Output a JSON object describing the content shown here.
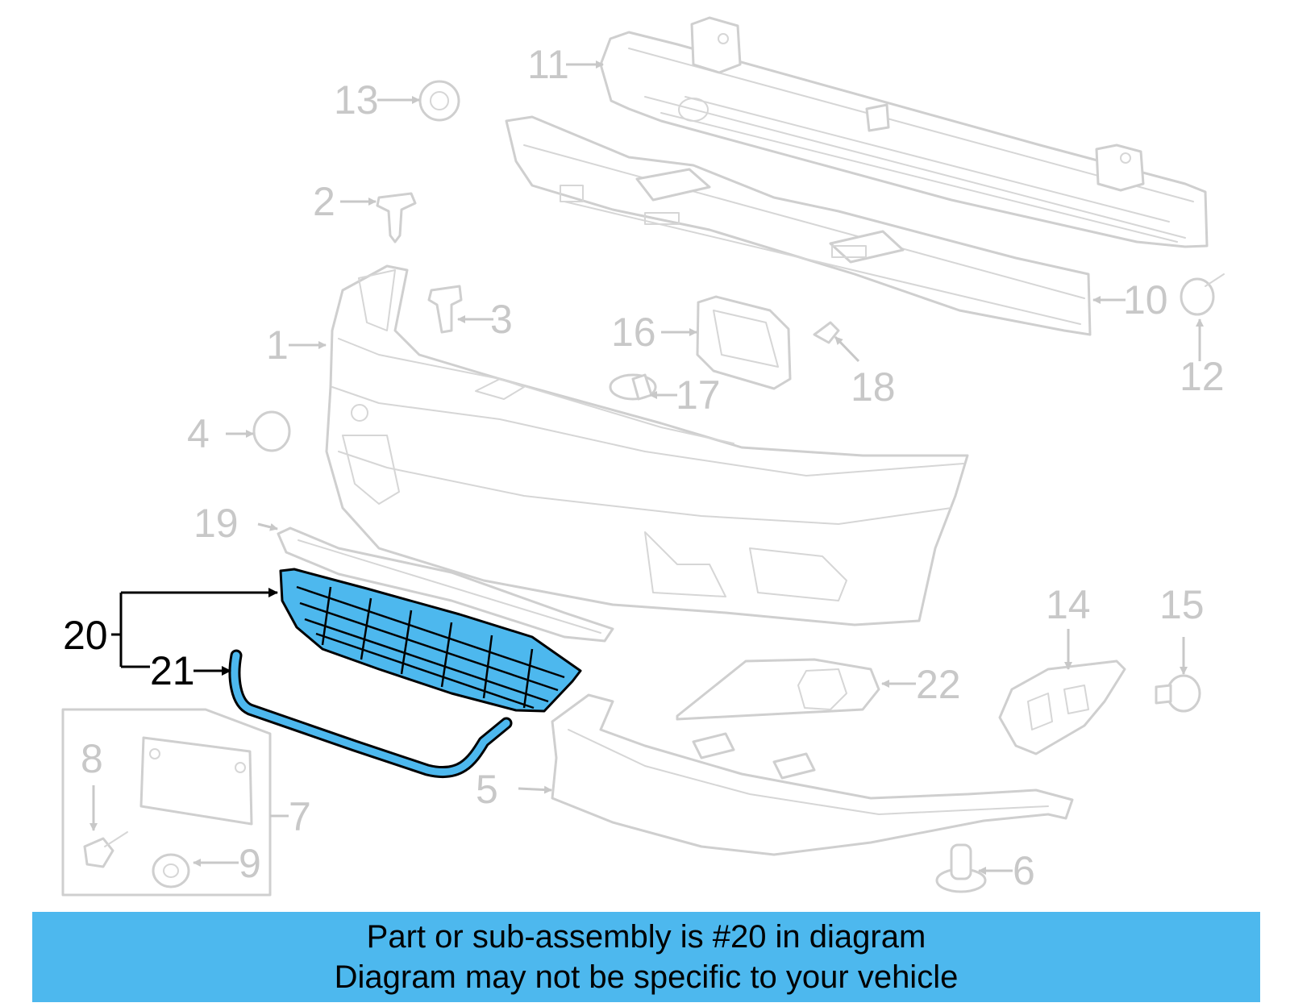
{
  "callouts": {
    "c1": "1",
    "c2": "2",
    "c3": "3",
    "c4": "4",
    "c5": "5",
    "c6": "6",
    "c7": "7",
    "c8": "8",
    "c9": "9",
    "c10": "10",
    "c11": "11",
    "c12": "12",
    "c13": "13",
    "c14": "14",
    "c15": "15",
    "c16": "16",
    "c17": "17",
    "c18": "18",
    "c19": "19",
    "c20": "20",
    "c21": "21",
    "c22": "22"
  },
  "highlighted_parts": [
    "20",
    "21"
  ],
  "colors": {
    "highlight": "#4db8ee",
    "ghost_line": "#cfcfcf",
    "ghost_text": "#c8c8c8",
    "active_text": "#000000"
  },
  "banner": {
    "line1": "Part or sub-assembly is #20 in diagram",
    "line2": "Diagram may not be specific to your vehicle"
  }
}
